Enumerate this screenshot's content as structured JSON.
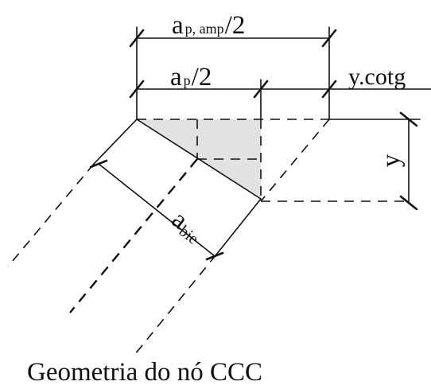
{
  "diagram": {
    "caption": "Geometria do nó CCC",
    "labels": {
      "ap_amp_main": "a",
      "ap_amp_sub": "p, amp",
      "ap_amp_tail": "/2",
      "ap_main": "a",
      "ap_sub": "p",
      "ap_tail": "/2",
      "ycotg": "y.cotg",
      "y": "y",
      "abie_main": "a",
      "abie_sub": "bie"
    },
    "colors": {
      "line": "#111111",
      "shaded_region": "#e2e2e2"
    }
  }
}
